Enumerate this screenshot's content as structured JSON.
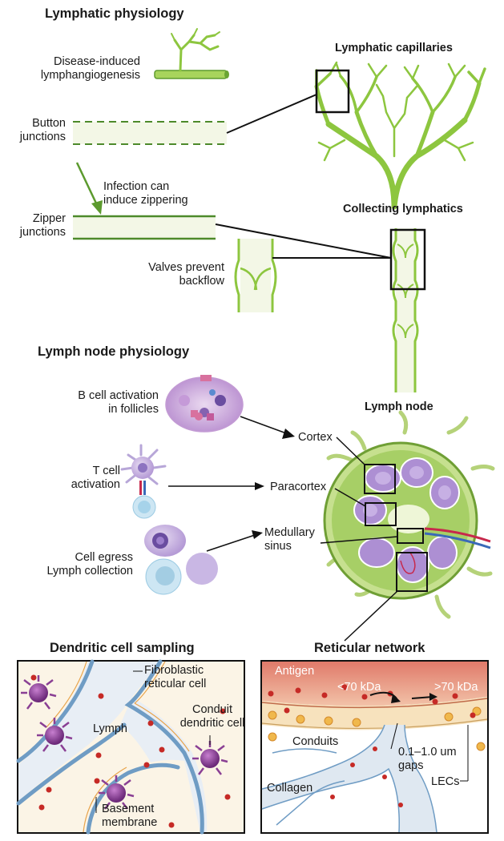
{
  "sections": {
    "lymphatic_physiology": "Lymphatic physiology",
    "lymph_node_physiology": "Lymph node physiology",
    "dendritic_cell_sampling": "Dendritic cell sampling",
    "reticular_network": "Reticular network"
  },
  "lymphatic": {
    "lymphangiogenesis": [
      "Disease-induced",
      "lymphangiogenesis"
    ],
    "button_junctions": [
      "Button",
      "junctions"
    ],
    "infection": [
      "Infection can",
      "induce zippering"
    ],
    "zipper_junctions": [
      "Zipper",
      "junctions"
    ],
    "valves": [
      "Valves prevent",
      "backflow"
    ],
    "capillaries_title": "Lymphatic capillaries",
    "collecting_title": "Collecting lymphatics"
  },
  "lymph_node": {
    "title": "Lymph node",
    "b_cell": [
      "B cell activation",
      "in follicles"
    ],
    "t_cell": [
      "T cell",
      "activation"
    ],
    "egress": [
      "Cell egress",
      "Lymph collection"
    ],
    "cortex": "Cortex",
    "paracortex": "Paracortex",
    "medullary": [
      "Medullary",
      "sinus"
    ]
  },
  "dendritic": {
    "frc": [
      "Fibroblastic",
      "reticular cell"
    ],
    "lymph": "Lymph",
    "conduit_dc": [
      "Conduit",
      "dendritic cell"
    ],
    "basement": [
      "Basement",
      "membrane"
    ]
  },
  "reticular": {
    "antigen": "Antigen",
    "lt70": "<70 kDa",
    "gt70": ">70 kDa",
    "conduits": "Conduits",
    "gaps": [
      "0.1–1.0 um",
      "gaps"
    ],
    "collagen": "Collagen",
    "lecs": "LECs"
  },
  "colors": {
    "vessel_green": "#8dc63f",
    "dark_green": "#4d8a2a",
    "lymph_pale": "#f3f7e6",
    "follicle_purple": "#9b7fc2",
    "dc_purple": "#8a3f94",
    "antigen_red": "#c62a26",
    "frc_blue": "#6f9cc4",
    "membrane_orange": "#e8a34a"
  }
}
